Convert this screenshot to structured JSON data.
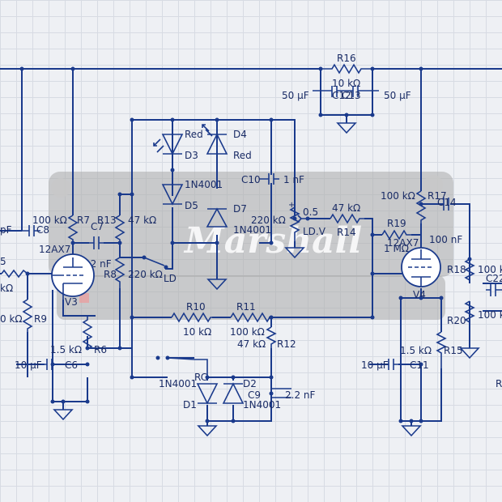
{
  "resistors": {
    "R16": {
      "name": "R16",
      "value": "10 kΩ"
    },
    "R7": {
      "name": "R7",
      "value": "100 kΩ"
    },
    "R13": {
      "name": "R13",
      "value": "47 kΩ"
    },
    "R8": {
      "name": "R8",
      "value": "220 kΩ"
    },
    "R9": {
      "name": "R9",
      "value": "0 kΩ"
    },
    "R6": {
      "name": "R6",
      "value": "1.5 kΩ"
    },
    "R10": {
      "name": "R10",
      "value": "10 kΩ"
    },
    "R11": {
      "name": "R11",
      "value": "100 kΩ"
    },
    "R12": {
      "name": "R12",
      "value": "47 kΩ"
    },
    "R14": {
      "name": "R14",
      "value": "47 kΩ"
    },
    "R17": {
      "name": "R17",
      "value": "100 kΩ"
    },
    "R19": {
      "name": "R19",
      "value": "1 MΩ"
    },
    "R18": {
      "name": "R18",
      "value": "100 k"
    },
    "R20": {
      "name": "R20",
      "value": "100 k"
    },
    "R15": {
      "name": "R15",
      "value": "1.5 kΩ"
    },
    "R5": {
      "name": "5",
      "value": "kΩ"
    },
    "R_edge": {
      "name": "R"
    }
  },
  "capacitors": {
    "C13": {
      "name": "C13",
      "value_left": "50 µF",
      "value_right": "50 µF",
      "name_overlap": "C12"
    },
    "C10": {
      "name": "C10",
      "value": "1 nF"
    },
    "C7": {
      "name": "C7",
      "value": "22 nF"
    },
    "C8": {
      "name": "C8",
      "value": "pF"
    },
    "C6": {
      "name": "C6",
      "value": "10 µF"
    },
    "C9": {
      "name": "C9",
      "value": "2.2 nF"
    },
    "C14": {
      "name": "C14",
      "value": "100 nF"
    },
    "C11": {
      "name": "C11",
      "value": "10 µF"
    },
    "C22": {
      "name": "C22"
    }
  },
  "diodes": {
    "D1": {
      "name": "D1",
      "part": "1N4001"
    },
    "D2": {
      "name": "D2",
      "part": "1N4001"
    },
    "D3": {
      "name": "D3",
      "part": "Red"
    },
    "D4": {
      "name": "D4",
      "part": "Red"
    },
    "D5": {
      "name": "D5",
      "part": "1N4001"
    },
    "D7": {
      "name": "D7",
      "part": "1N4001"
    }
  },
  "potentiometer": {
    "name": "LD.V",
    "value": "220 kΩ",
    "wiper": "0.5",
    "plus": "+"
  },
  "tubes": {
    "V3": {
      "name": "V3",
      "type": "12AX7"
    },
    "V4": {
      "name": "V4",
      "type": "12AX7"
    }
  },
  "switches": {
    "LD": {
      "name": "LD"
    },
    "RC": {
      "name": "RC"
    }
  },
  "logo": "Marshall"
}
